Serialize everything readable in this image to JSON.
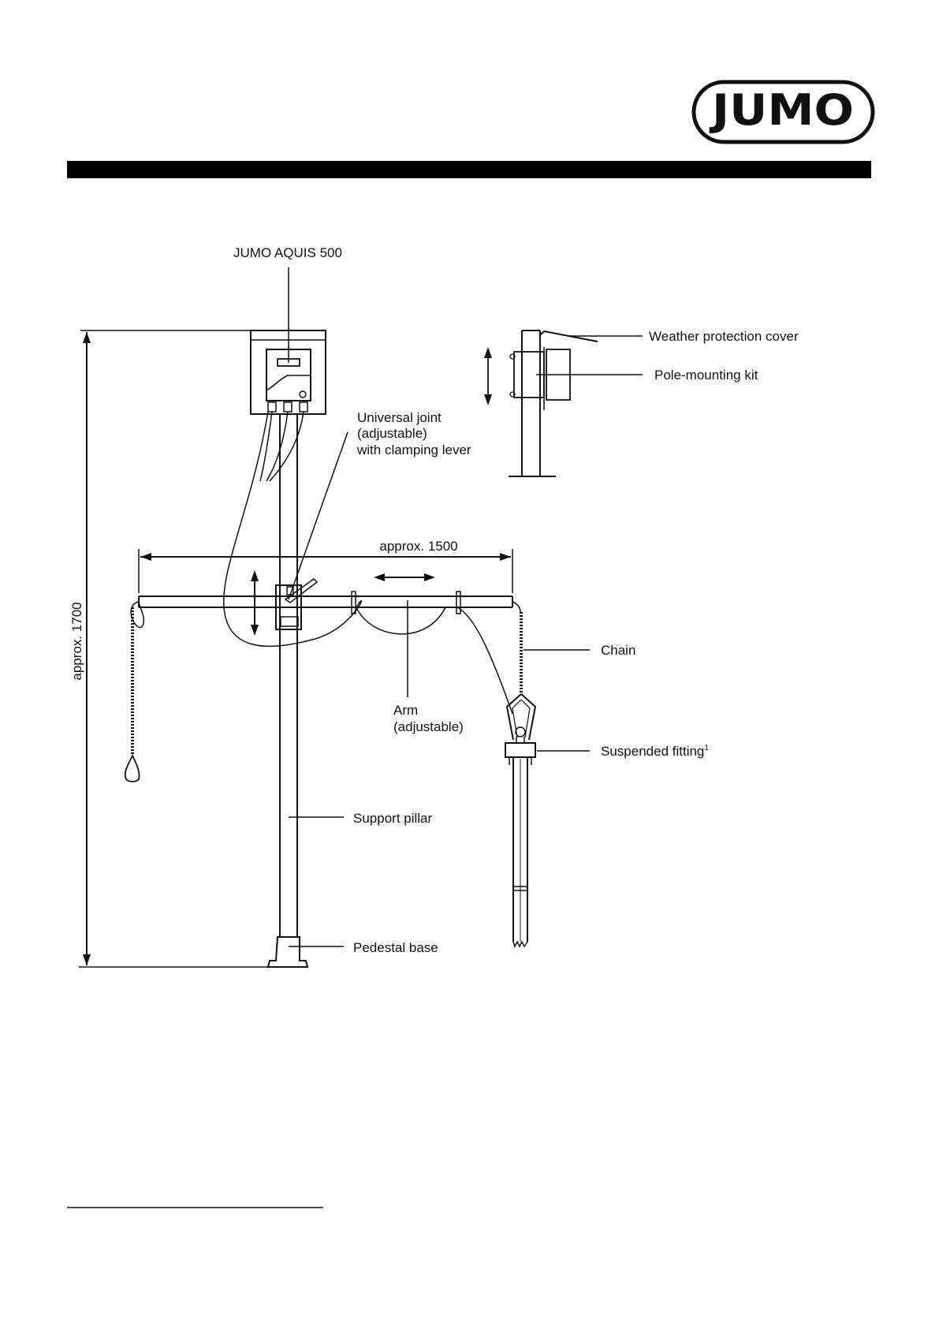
{
  "logo": {
    "text": "JUMO"
  },
  "labels": {
    "device": "JUMO AQUIS 500",
    "weather_cover": "Weather protection cover",
    "pole_kit": "Pole-mounting kit",
    "joint_line1": "Universal joint",
    "joint_line2": "(adjustable)",
    "joint_line3": "with clamping lever",
    "width_dim": "approx. 1500",
    "height_dim": "approx. 1700",
    "chain": "Chain",
    "arm_line1": "Arm",
    "arm_line2": "(adjustable)",
    "fitting": "Suspended fitting",
    "fitting_footnote_mark": "1",
    "pillar": "Support pillar",
    "base": "Pedestal base"
  },
  "colors": {
    "ink": "#111111",
    "background": "#ffffff",
    "header_bar": "#000000"
  }
}
